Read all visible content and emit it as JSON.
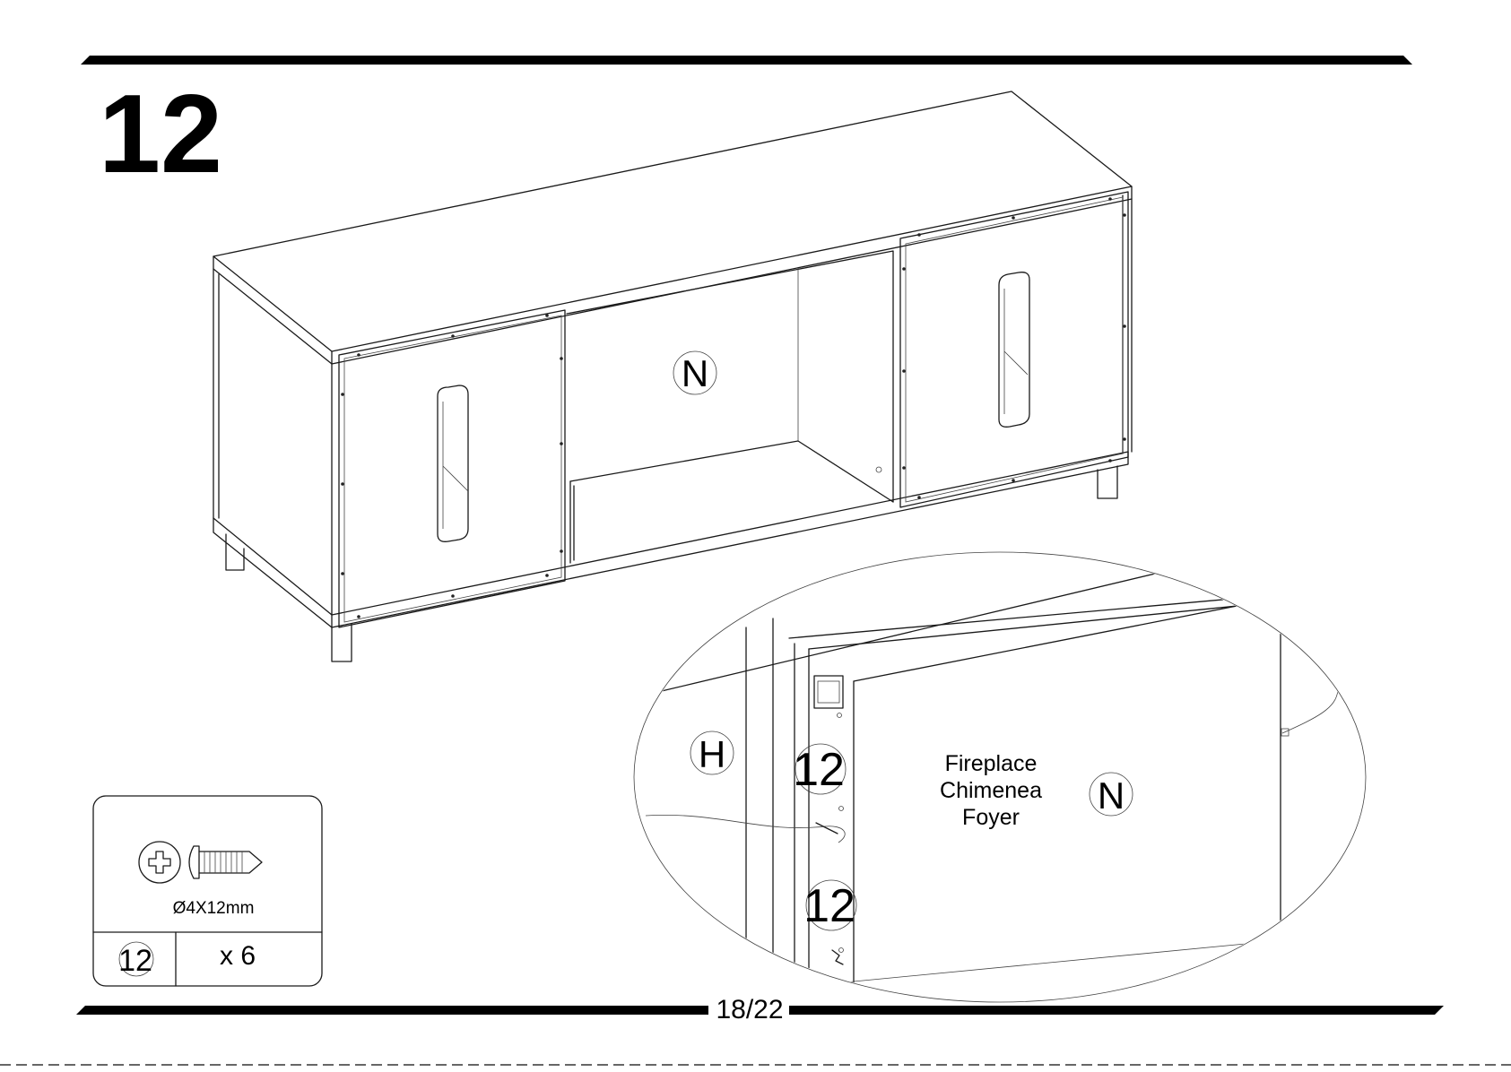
{
  "step_number": "12",
  "page_indicator": "18/22",
  "main_view": {
    "part_label": "N"
  },
  "detail_view": {
    "left_panel_label": "H",
    "screw_callout_top": "12",
    "screw_callout_bottom": "12",
    "part_label": "N",
    "appliance_text": [
      "Fireplace",
      "Chimenea",
      "Foyer"
    ]
  },
  "hardware_box": {
    "screw_icon": "phillips-screw-icon",
    "screw_size": "Ø4X12mm",
    "part_id": "12",
    "quantity": "x 6"
  }
}
